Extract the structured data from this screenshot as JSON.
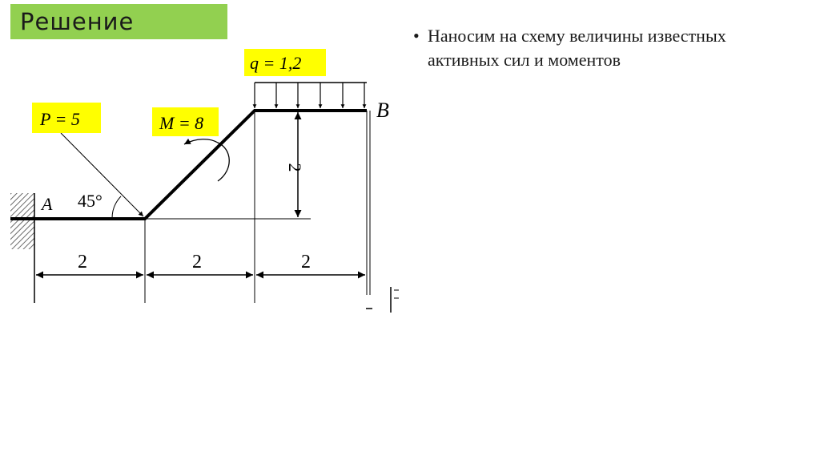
{
  "slide": {
    "title": "Решение",
    "bullets": [
      "Наносим на схему величины известных активных сил и моментов"
    ]
  },
  "diagram": {
    "labels": {
      "q": "q = 1,2",
      "p": "P = 5",
      "m": "M = 8",
      "point_a": "A",
      "point_b": "B",
      "angle": "45°",
      "height": "2",
      "dim1": "2",
      "dim2": "2",
      "dim3": "2"
    },
    "highlight_color": "#ffff00",
    "title_bg_color": "#92d050"
  }
}
